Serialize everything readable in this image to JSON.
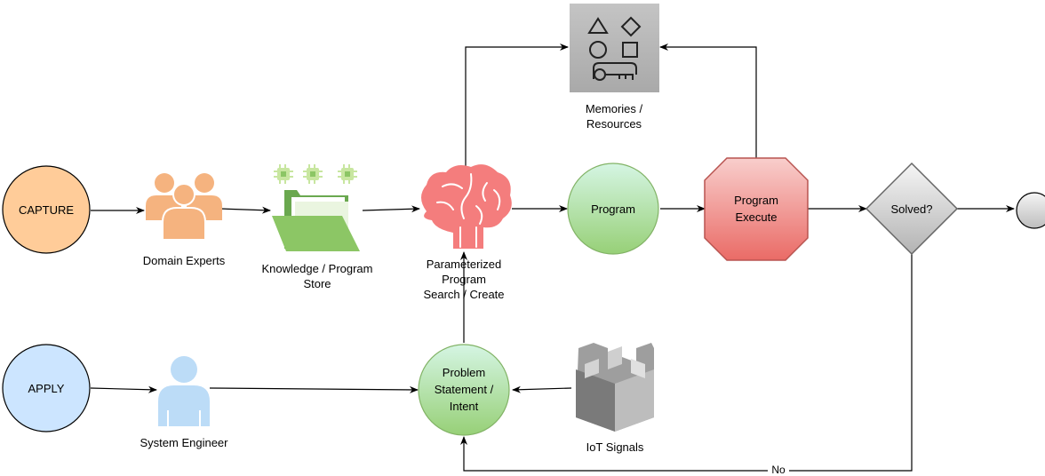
{
  "nodes": {
    "capture": "CAPTURE",
    "apply": "APPLY",
    "domain_experts": "Domain Experts",
    "knowledge_store_line1": "Knowledge / Program",
    "knowledge_store_line2": "Store",
    "memories_line1": "Memories /",
    "memories_line2": "Resources",
    "param_line1": "Parameterized",
    "param_line2": "Program",
    "param_line3": "Search / Create",
    "program": "Program",
    "program_execute_line1": "Program",
    "program_execute_line2": "Execute",
    "solved": "Solved?",
    "system_engineer": "System Engineer",
    "problem_line1": "Problem",
    "problem_line2": "Statement /",
    "problem_line3": "Intent",
    "iot_signals": "IoT Signals"
  },
  "edges": {
    "no_label": "No"
  },
  "colors": {
    "capture_fill": "#ffcc99",
    "apply_fill": "#cce5ff",
    "green_fill": "#c7e9b0",
    "green_stroke": "#82b366",
    "red_fill": "#f08080",
    "red_stroke": "#b85450",
    "gray_fill": "#d6d6d6",
    "people_orange": "#f5b37f",
    "person_blue": "#bcdcf7",
    "brain": "#f47d7d",
    "folder_green": "#8cc665",
    "chip_green": "#c8e6a0",
    "memory_bg": "#b5b5b5",
    "iot_gray": "#9e9e9e"
  }
}
